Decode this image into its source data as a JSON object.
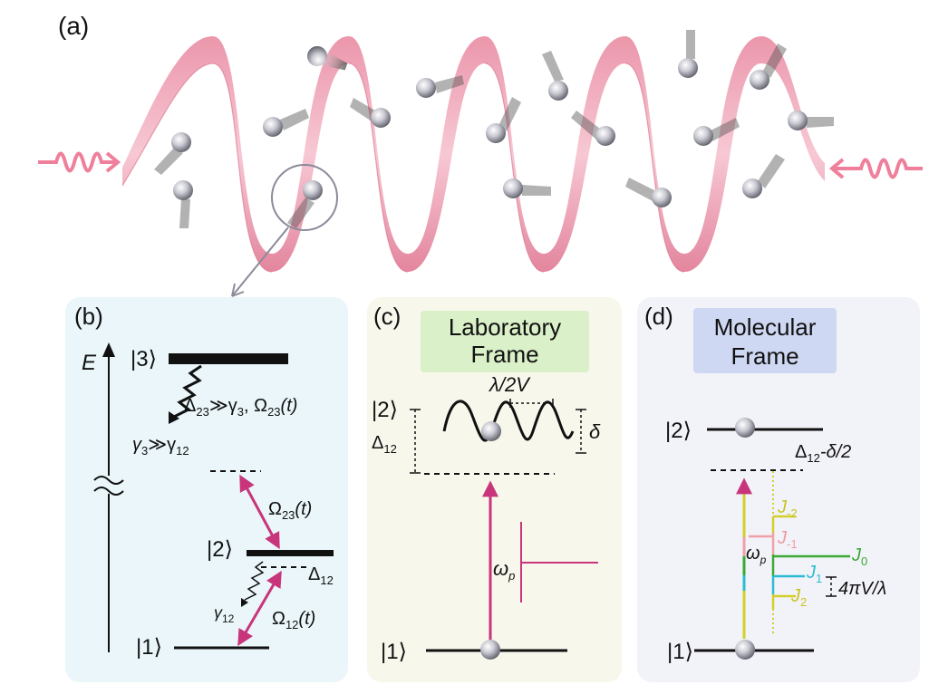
{
  "panel_a": {
    "label": "(a)"
  },
  "panel_b": {
    "label": "(b)",
    "energy_axis": "E",
    "ket1": "|1⟩",
    "ket2": "|2⟩",
    "ket3": "|3⟩",
    "decay3_text_a": "Δ",
    "decay3_text_a_sub": "23",
    "decay3_text_b": "≫γ",
    "decay3_text_b_sub": "3",
    "decay3_text_c": ", Ω",
    "decay3_text_c_sub": "23",
    "decay3_text_d": "(t)",
    "gamma_ratio_a": "γ",
    "gamma_ratio_a_sub": "3",
    "gamma_ratio_b": "≫γ",
    "gamma_ratio_b_sub": "12",
    "omega23": "Ω",
    "omega23_sub": "23",
    "omega23_t": "(t)",
    "omega12": "Ω",
    "omega12_sub": "12",
    "omega12_t": "(t)",
    "delta12": "Δ",
    "delta12_sub": "12",
    "gamma12": "γ",
    "gamma12_sub": "12"
  },
  "panel_c": {
    "label": "(c)",
    "title_line1": "Laboratory",
    "title_line2": "Frame",
    "ket1": "|1⟩",
    "ket2": "|2⟩",
    "period": "λ/2V",
    "delta12": "Δ",
    "delta12_sub": "12",
    "delta": "δ",
    "omega_p": "ω",
    "omega_p_sub": "p"
  },
  "panel_d": {
    "label": "(d)",
    "title_line1": "Molecular",
    "title_line2": "Frame",
    "ket1": "|1⟩",
    "ket2": "|2⟩",
    "detuning": "Δ",
    "detuning_sub": "12",
    "detuning_rest": "-δ/2",
    "omega_p": "ω",
    "omega_p_sub": "p",
    "spacing": "4πV/λ",
    "j_labels": [
      {
        "name": "J",
        "sub": "-2"
      },
      {
        "name": "J",
        "sub": "-1"
      },
      {
        "name": "J",
        "sub": "0"
      },
      {
        "name": "J",
        "sub": "1"
      },
      {
        "name": "J",
        "sub": "2"
      }
    ]
  },
  "colors": {
    "magenta": "#c8357a",
    "pink": "#ef7f9a",
    "panel_b_bg": "#eaf6fa",
    "panel_c_bg": "#f8f7ec",
    "panel_d_bg": "#f2f2f9",
    "title_c_bg": "#d9f0c8",
    "title_d_bg": "#cfd8f2",
    "j_yellow": "#d3cf2a",
    "j_pink": "#f0a0a8",
    "j_green": "#3aaa35",
    "j_cyan": "#2bbcd4"
  }
}
